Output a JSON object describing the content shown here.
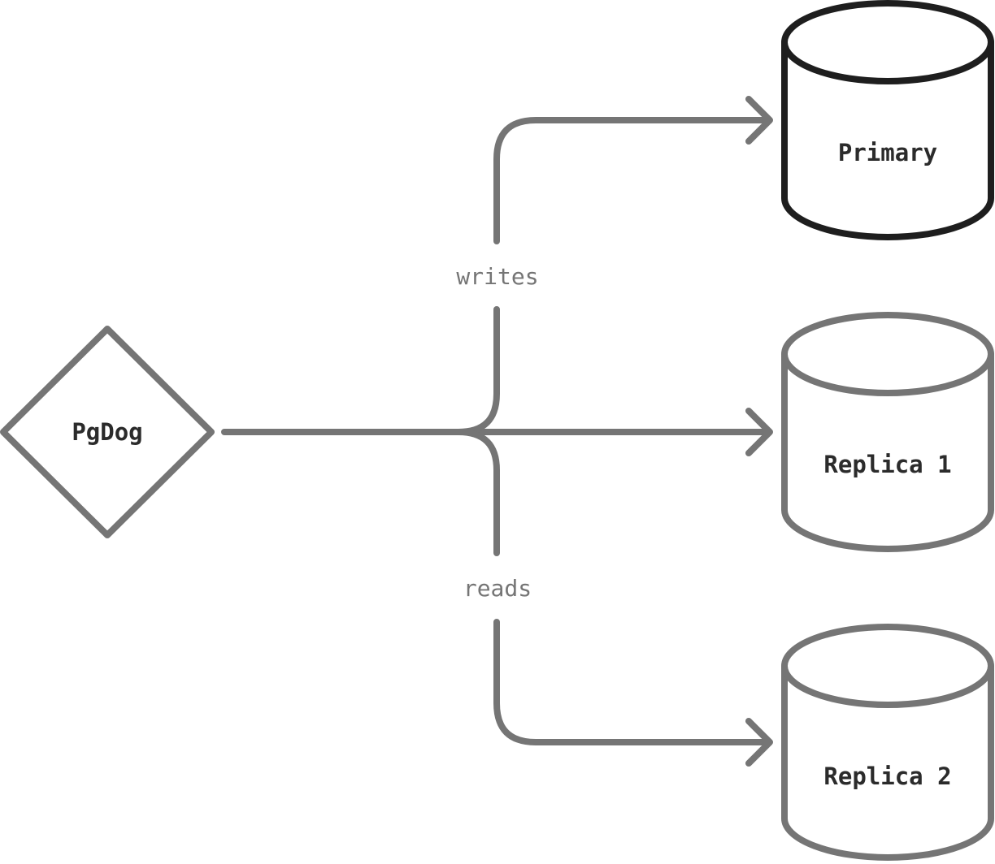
{
  "nodes": {
    "proxy": {
      "label": "PgDog"
    },
    "primary": {
      "label": "Primary"
    },
    "replica1": {
      "label": "Replica 1"
    },
    "replica2": {
      "label": "Replica 2"
    }
  },
  "edges": {
    "writes_label": "writes",
    "reads_label": "reads"
  },
  "colors": {
    "line": "#757575",
    "primary_outline": "#1e1e1e",
    "text": "#2b2b2b"
  }
}
